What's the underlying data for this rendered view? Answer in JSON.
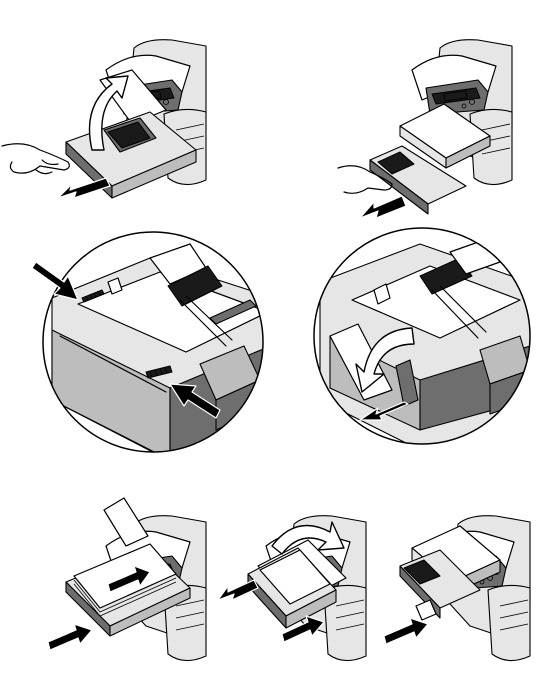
{
  "figure": {
    "panels": [
      {
        "id": "step-1",
        "action": "pull-tray-out-lift-output-tray"
      },
      {
        "id": "step-2",
        "action": "pull-tray-out-with-output-tray-down"
      },
      {
        "id": "step-3",
        "action": "press-paper-width-guide-releases"
      },
      {
        "id": "step-4",
        "action": "fold-extension-and-pull-out"
      },
      {
        "id": "step-5",
        "action": "insert-paper-stack"
      },
      {
        "id": "step-6",
        "action": "lower-output-tray"
      },
      {
        "id": "step-7",
        "action": "push-tray-in"
      }
    ],
    "colors": {
      "ink": "#000000",
      "light": "#e6e6e6",
      "mid": "#bdbdbd",
      "dark": "#6e6e6e",
      "background": "#ffffff"
    }
  }
}
